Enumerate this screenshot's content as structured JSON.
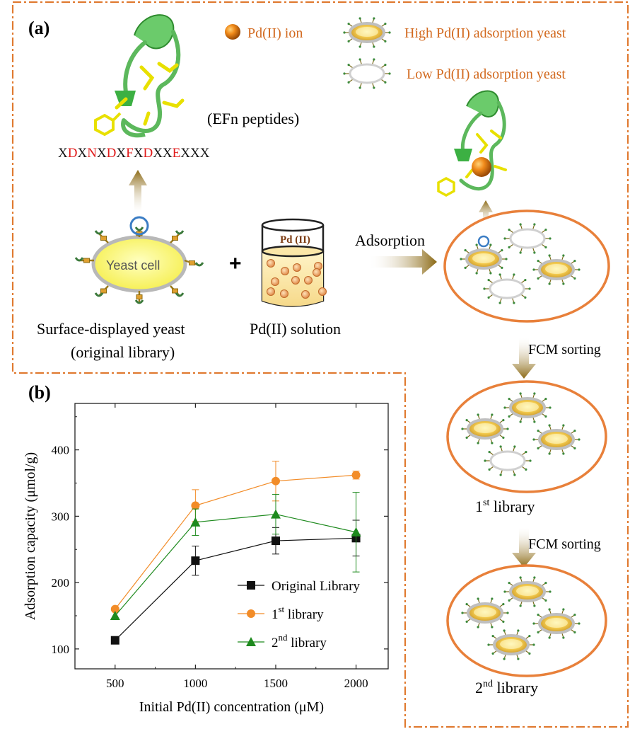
{
  "panel_a": {
    "label": "(a)",
    "legend": {
      "pd_ion": "Pd(II) ion",
      "high_yeast": "High Pd(II) adsorption yeast",
      "low_yeast": "Low Pd(II) adsorption yeast"
    },
    "peptide_label": "(EFn peptides)",
    "sequence": [
      {
        "t": "X",
        "hl": false
      },
      {
        "t": "D",
        "hl": true
      },
      {
        "t": "X",
        "hl": false
      },
      {
        "t": "N",
        "hl": true
      },
      {
        "t": "X",
        "hl": false
      },
      {
        "t": "D",
        "hl": true
      },
      {
        "t": "X",
        "hl": false
      },
      {
        "t": "F",
        "hl": true
      },
      {
        "t": "X",
        "hl": false
      },
      {
        "t": "D",
        "hl": true
      },
      {
        "t": "X",
        "hl": false
      },
      {
        "t": "X",
        "hl": false
      },
      {
        "t": "E",
        "hl": true
      },
      {
        "t": "X",
        "hl": false
      },
      {
        "t": "X",
        "hl": false
      },
      {
        "t": "X",
        "hl": false
      }
    ],
    "yeast_cell_text": "Yeast cell",
    "plus": "+",
    "beaker_label": "Pd (II)",
    "surface_label_1": "Surface-displayed  yeast",
    "surface_label_2": "(original  library)",
    "solution_label": "Pd(II) solution",
    "adsorption_label": "Adsorption",
    "fcm_1": "FCM sorting",
    "fcm_2": "FCM sorting",
    "lib1_base": "1",
    "lib1_sup": "st",
    "lib1_rest": " library",
    "lib2_base": "2",
    "lib2_sup": "nd",
    "lib2_rest": " library"
  },
  "panel_b": {
    "label": "(b)"
  },
  "colors": {
    "frame": "#E07A30",
    "orange": "#F28C28",
    "green": "#1E8A1E",
    "black": "#111111",
    "red": "#E01B1B",
    "arrow": "#8B6914",
    "legend_text": "#D2691E"
  },
  "chart_data": {
    "type": "line",
    "x": [
      500,
      1000,
      1500,
      2000
    ],
    "xlabel": "Initial Pd(II) concentration (μM)",
    "ylabel": "Adsorption capacity (μmol/g)",
    "xlim": [
      250,
      2200
    ],
    "ylim": [
      70,
      470
    ],
    "xticks": [
      500,
      1000,
      1500,
      2000
    ],
    "yticks": [
      100,
      200,
      300,
      400
    ],
    "legend_position": "bottom-right",
    "series": [
      {
        "name": "Original Library",
        "name_base": "Original Library",
        "name_sup": "",
        "name_rest": "",
        "marker": "square",
        "color": "#111111",
        "values": [
          113,
          233,
          263,
          267
        ],
        "errors": [
          0,
          22,
          20,
          27
        ]
      },
      {
        "name": "1st library",
        "name_base": "1",
        "name_sup": "st",
        "name_rest": " library",
        "marker": "circle",
        "color": "#F28C28",
        "values": [
          160,
          316,
          353,
          362
        ],
        "errors": [
          0,
          24,
          30,
          6
        ]
      },
      {
        "name": "2nd library",
        "name_base": "2",
        "name_sup": "nd",
        "name_rest": " library",
        "marker": "triangle",
        "color": "#1E8A1E",
        "values": [
          150,
          291,
          303,
          276
        ],
        "errors": [
          0,
          20,
          30,
          60
        ]
      }
    ]
  }
}
